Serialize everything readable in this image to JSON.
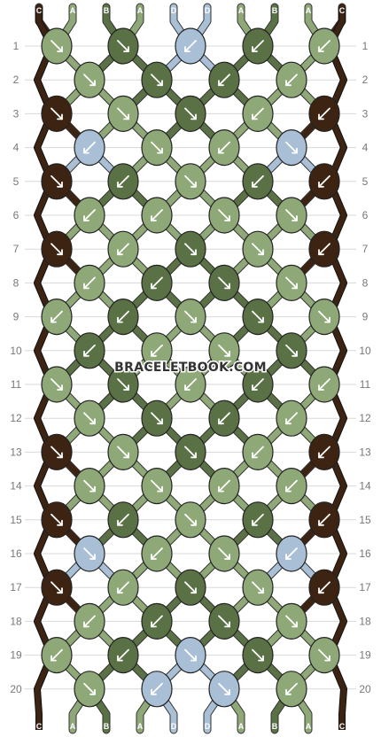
{
  "site_watermark": "BRACELETBOOK.COM",
  "colors": {
    "A": "#8fa877",
    "B": "#5a7045",
    "C": "#3d2412",
    "D": "#a9bfd6",
    "grid_line": "#d8d8d8",
    "knot_outline": "#222222",
    "arrow": "#ffffff"
  },
  "string_labels": [
    "C",
    "A",
    "B",
    "A",
    "D",
    "D",
    "A",
    "B",
    "A",
    "C"
  ],
  "row_labels": [
    "1",
    "2",
    "3",
    "4",
    "5",
    "6",
    "7",
    "8",
    "9",
    "10",
    "11",
    "12",
    "13",
    "14",
    "15",
    "16",
    "17",
    "18",
    "19",
    "20"
  ],
  "knots": [
    [
      {
        "c": "A",
        "a": "se"
      },
      {
        "c": "B",
        "a": "se"
      },
      {
        "c": "D",
        "a": "sw"
      },
      {
        "c": "B",
        "a": "sw"
      },
      {
        "c": "A",
        "a": "sw"
      }
    ],
    [
      {
        "c": "A",
        "a": "se"
      },
      {
        "c": "B",
        "a": "se"
      },
      {
        "c": "B",
        "a": "sw"
      },
      {
        "c": "A",
        "a": "sw"
      }
    ],
    [
      {
        "c": "C",
        "a": "se"
      },
      {
        "c": "A",
        "a": "se"
      },
      {
        "c": "B",
        "a": "se"
      },
      {
        "c": "A",
        "a": "sw"
      },
      {
        "c": "C",
        "a": "sw"
      }
    ],
    [
      {
        "c": "D",
        "a": "sw"
      },
      {
        "c": "A",
        "a": "se"
      },
      {
        "c": "A",
        "a": "sw"
      },
      {
        "c": "D",
        "a": "se"
      }
    ],
    [
      {
        "c": "C",
        "a": "se"
      },
      {
        "c": "B",
        "a": "sw"
      },
      {
        "c": "A",
        "a": "se"
      },
      {
        "c": "B",
        "a": "sw"
      },
      {
        "c": "C",
        "a": "sw"
      }
    ],
    [
      {
        "c": "A",
        "a": "sw"
      },
      {
        "c": "A",
        "a": "sw"
      },
      {
        "c": "A",
        "a": "se"
      },
      {
        "c": "A",
        "a": "se"
      }
    ],
    [
      {
        "c": "C",
        "a": "se"
      },
      {
        "c": "A",
        "a": "sw"
      },
      {
        "c": "B",
        "a": "se"
      },
      {
        "c": "A",
        "a": "se"
      },
      {
        "c": "C",
        "a": "sw"
      }
    ],
    [
      {
        "c": "A",
        "a": "sw"
      },
      {
        "c": "B",
        "a": "sw"
      },
      {
        "c": "B",
        "a": "se"
      },
      {
        "c": "A",
        "a": "se"
      }
    ],
    [
      {
        "c": "A",
        "a": "sw"
      },
      {
        "c": "B",
        "a": "sw"
      },
      {
        "c": "A",
        "a": "se"
      },
      {
        "c": "B",
        "a": "se"
      },
      {
        "c": "A",
        "a": "se"
      }
    ],
    [
      {
        "c": "B",
        "a": "sw"
      },
      {
        "c": "A",
        "a": "sw"
      },
      {
        "c": "A",
        "a": "se"
      },
      {
        "c": "B",
        "a": "se"
      }
    ],
    [
      {
        "c": "A",
        "a": "se"
      },
      {
        "c": "B",
        "a": "se"
      },
      {
        "c": "A",
        "a": "sw"
      },
      {
        "c": "B",
        "a": "sw"
      },
      {
        "c": "A",
        "a": "sw"
      }
    ],
    [
      {
        "c": "A",
        "a": "se"
      },
      {
        "c": "B",
        "a": "se"
      },
      {
        "c": "B",
        "a": "sw"
      },
      {
        "c": "A",
        "a": "sw"
      }
    ],
    [
      {
        "c": "C",
        "a": "se"
      },
      {
        "c": "A",
        "a": "se"
      },
      {
        "c": "B",
        "a": "se"
      },
      {
        "c": "A",
        "a": "sw"
      },
      {
        "c": "C",
        "a": "sw"
      }
    ],
    [
      {
        "c": "A",
        "a": "se"
      },
      {
        "c": "A",
        "a": "se"
      },
      {
        "c": "A",
        "a": "sw"
      },
      {
        "c": "A",
        "a": "sw"
      }
    ],
    [
      {
        "c": "C",
        "a": "se"
      },
      {
        "c": "B",
        "a": "sw"
      },
      {
        "c": "A",
        "a": "se"
      },
      {
        "c": "B",
        "a": "sw"
      },
      {
        "c": "C",
        "a": "sw"
      }
    ],
    [
      {
        "c": "D",
        "a": "se"
      },
      {
        "c": "A",
        "a": "sw"
      },
      {
        "c": "A",
        "a": "se"
      },
      {
        "c": "D",
        "a": "sw"
      }
    ],
    [
      {
        "c": "C",
        "a": "se"
      },
      {
        "c": "A",
        "a": "sw"
      },
      {
        "c": "B",
        "a": "se"
      },
      {
        "c": "A",
        "a": "se"
      },
      {
        "c": "C",
        "a": "sw"
      }
    ],
    [
      {
        "c": "A",
        "a": "sw"
      },
      {
        "c": "B",
        "a": "sw"
      },
      {
        "c": "B",
        "a": "se"
      },
      {
        "c": "A",
        "a": "se"
      }
    ],
    [
      {
        "c": "A",
        "a": "sw"
      },
      {
        "c": "B",
        "a": "sw"
      },
      {
        "c": "D",
        "a": "se"
      },
      {
        "c": "B",
        "a": "se"
      },
      {
        "c": "A",
        "a": "se"
      }
    ],
    [
      {
        "c": "A",
        "a": "se"
      },
      {
        "c": "D",
        "a": "sw"
      },
      {
        "c": "D",
        "a": "se"
      },
      {
        "c": "A",
        "a": "sw"
      }
    ]
  ],
  "bottom_labels": [
    "A",
    "B",
    "A",
    "D",
    "D",
    "A",
    "B",
    "A"
  ]
}
